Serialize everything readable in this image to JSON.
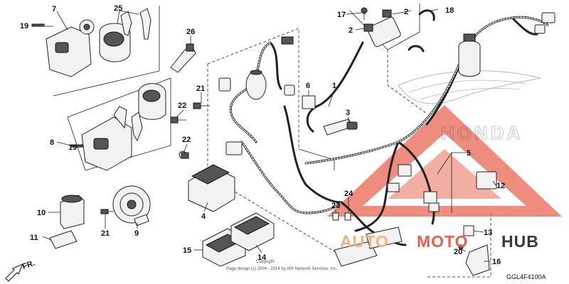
{
  "diagram": {
    "callouts": [
      {
        "id": "c7",
        "label": "7"
      },
      {
        "id": "c25",
        "label": "25"
      },
      {
        "id": "c19a",
        "label": "19"
      },
      {
        "id": "c26",
        "label": "26"
      },
      {
        "id": "c17",
        "label": "17"
      },
      {
        "id": "c2a",
        "label": "2"
      },
      {
        "id": "c2b",
        "label": "2"
      },
      {
        "id": "c18",
        "label": "18"
      },
      {
        "id": "c21a",
        "label": "21"
      },
      {
        "id": "c6",
        "label": "6"
      },
      {
        "id": "c1",
        "label": "1"
      },
      {
        "id": "c22a",
        "label": "22"
      },
      {
        "id": "c3",
        "label": "3"
      },
      {
        "id": "c8",
        "label": "8"
      },
      {
        "id": "c19b",
        "label": "19"
      },
      {
        "id": "c22b",
        "label": "22"
      },
      {
        "id": "c5",
        "label": "5"
      },
      {
        "id": "c12",
        "label": "12"
      },
      {
        "id": "c24",
        "label": "24"
      },
      {
        "id": "c23",
        "label": "23"
      },
      {
        "id": "c10",
        "label": "10"
      },
      {
        "id": "c4",
        "label": "4"
      },
      {
        "id": "c11",
        "label": "11"
      },
      {
        "id": "c21b",
        "label": "21"
      },
      {
        "id": "c9",
        "label": "9"
      },
      {
        "id": "c15",
        "label": "15"
      },
      {
        "id": "c14",
        "label": "14"
      },
      {
        "id": "c13",
        "label": "13"
      },
      {
        "id": "c20",
        "label": "20"
      },
      {
        "id": "c16",
        "label": "16"
      }
    ],
    "front_arrow_label": "FR.",
    "diagram_code": "GGL4F4100A",
    "copyright_line1": "Copyright",
    "copyright_line2": "Page design (c) 2004 - 2014 by ARI Network Services, Inc."
  },
  "watermark": {
    "brand_outline_text": "HONDA",
    "logo_parts": [
      "AUTO",
      "MOTO",
      "HUB"
    ],
    "colors": {
      "auto": "#f0b27a",
      "moto": "#e8604c",
      "hub": "#3a3a3a",
      "triangle": "#e8604c"
    }
  }
}
